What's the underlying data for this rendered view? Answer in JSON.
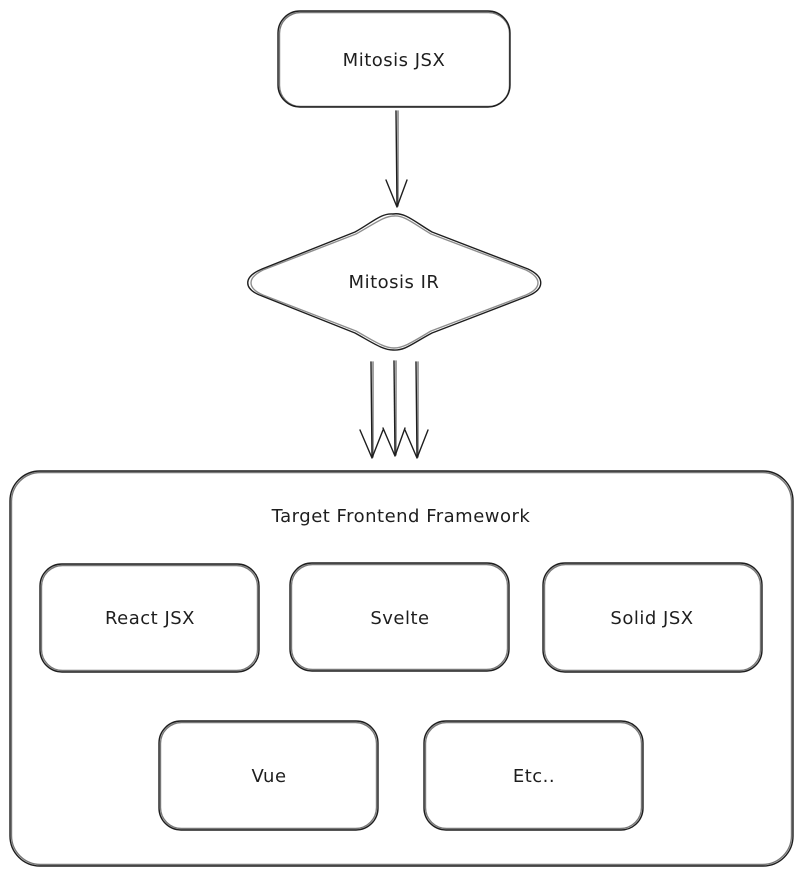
{
  "diagram": {
    "source": "Mitosis JSX",
    "intermediate": "Mitosis IR",
    "container": {
      "title": "Target Frontend Framework",
      "targets": [
        "React JSX",
        "Svelte",
        "Solid JSX",
        "Vue",
        "Etc.."
      ]
    }
  },
  "colors": {
    "stroke": "#1e1e1e",
    "background": "#ffffff"
  }
}
